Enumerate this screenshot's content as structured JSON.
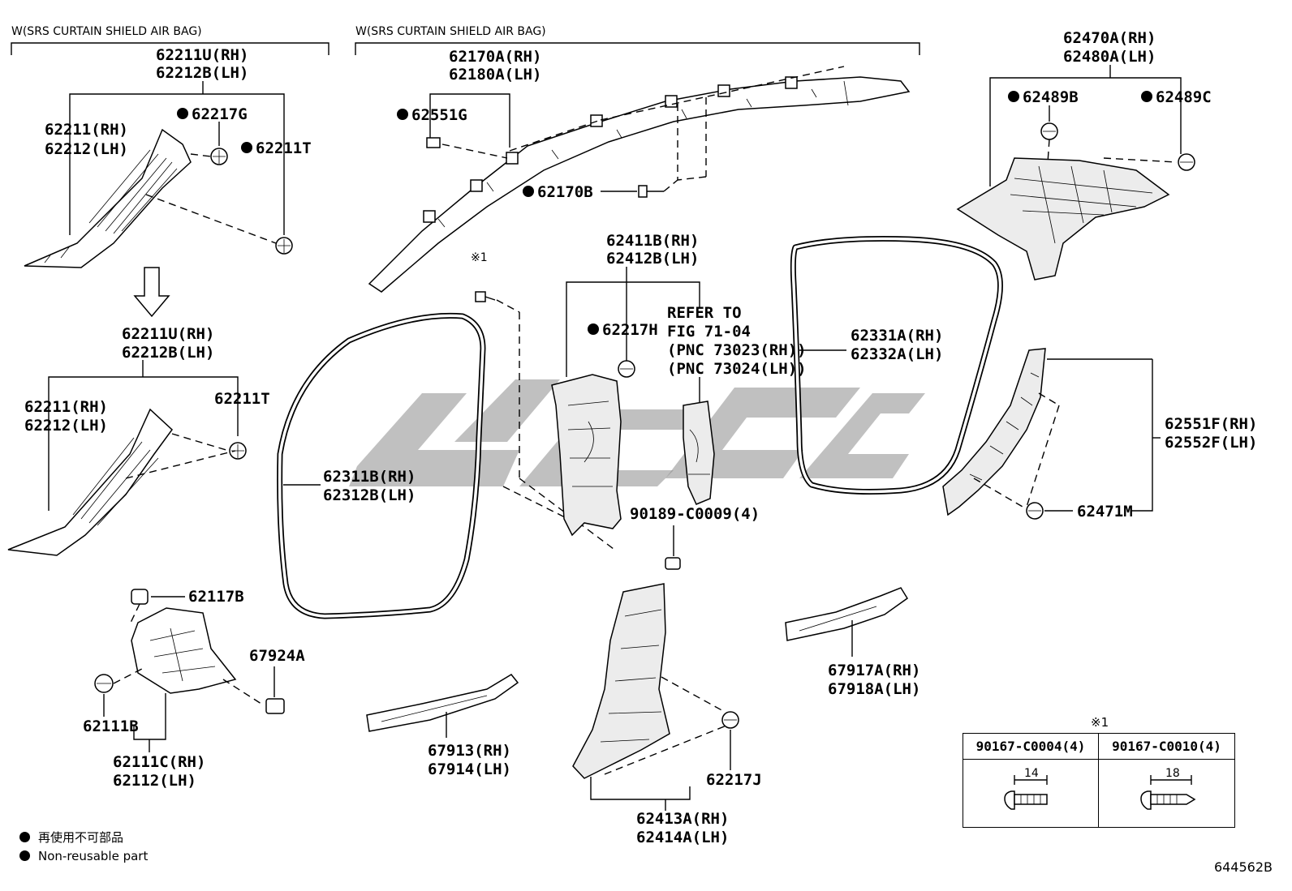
{
  "sections": {
    "left_header": "W(SRS CURTAIN SHIELD AIR BAG)",
    "center_header": "W(SRS CURTAIN SHIELD AIR BAG)"
  },
  "labels": {
    "a_pillar_upper_rh": "62211U(RH)",
    "a_pillar_upper_lh": "62212B(LH)",
    "a_pillar_rh": "62211(RH)",
    "a_pillar_lh": "62212(LH)",
    "clip_62217g": "62217G",
    "clip_62211t_top": "62211T",
    "a_pillar_upper2_rh": "62211U(RH)",
    "a_pillar_upper2_lh": "62212B(LH)",
    "a_pillar2_rh": "62211(RH)",
    "a_pillar2_lh": "62212(LH)",
    "clip_62211t_bottom": "62211T",
    "clip_62117b": "62117B",
    "clip_67924a": "67924A",
    "clip_62111b": "62111B",
    "cowl_rh": "62111C(RH)",
    "cowl_lh": "62112(LH)",
    "airbag_rh": "62170A(RH)",
    "airbag_lh": "62180A(LH)",
    "clip_62551g": "62551G",
    "bolt_62170b": "62170B",
    "note_mark_1": "※1",
    "front_seal_rh": "62311B(RH)",
    "front_seal_lh": "62312B(LH)",
    "scuff_front_rh": "67913(RH)",
    "scuff_front_lh": "67914(LH)",
    "b_pillar_upper_rh": "62411B(RH)",
    "b_pillar_upper_lh": "62412B(LH)",
    "clip_62217h": "62217H",
    "refer_1": "REFER TO",
    "refer_2": "FIG 71-04",
    "refer_3": "(PNC 73023(RH))",
    "refer_4": "(PNC 73024(LH))",
    "clip_90189": "90189-C0009(4)",
    "b_pillar_lower_rh": "62413A(RH)",
    "b_pillar_lower_lh": "62414A(LH)",
    "clip_62217j": "62217J",
    "rear_seal_rh": "62331A(RH)",
    "rear_seal_lh": "62332A(LH)",
    "scuff_rear_rh": "67917A(RH)",
    "scuff_rear_lh": "67918A(LH)",
    "quarter_rh": "62470A(RH)",
    "quarter_lh": "62480A(LH)",
    "clip_62489b": "62489B",
    "clip_62489c": "62489C",
    "c_pillar_rh": "62551F(RH)",
    "c_pillar_lh": "62552F(LH)",
    "clip_62471m": "62471M"
  },
  "note_table": {
    "mark": "※1",
    "col1_header": "90167-C0004(4)",
    "col2_header": "90167-C0010(4)",
    "col1_dim": "14",
    "col2_dim": "18"
  },
  "legend": {
    "jp": "再使用不可部品",
    "en": "Non-reusable part"
  },
  "figure_code": "644562B",
  "colors": {
    "line": "#000000",
    "watermark": "#8c8c8c"
  }
}
